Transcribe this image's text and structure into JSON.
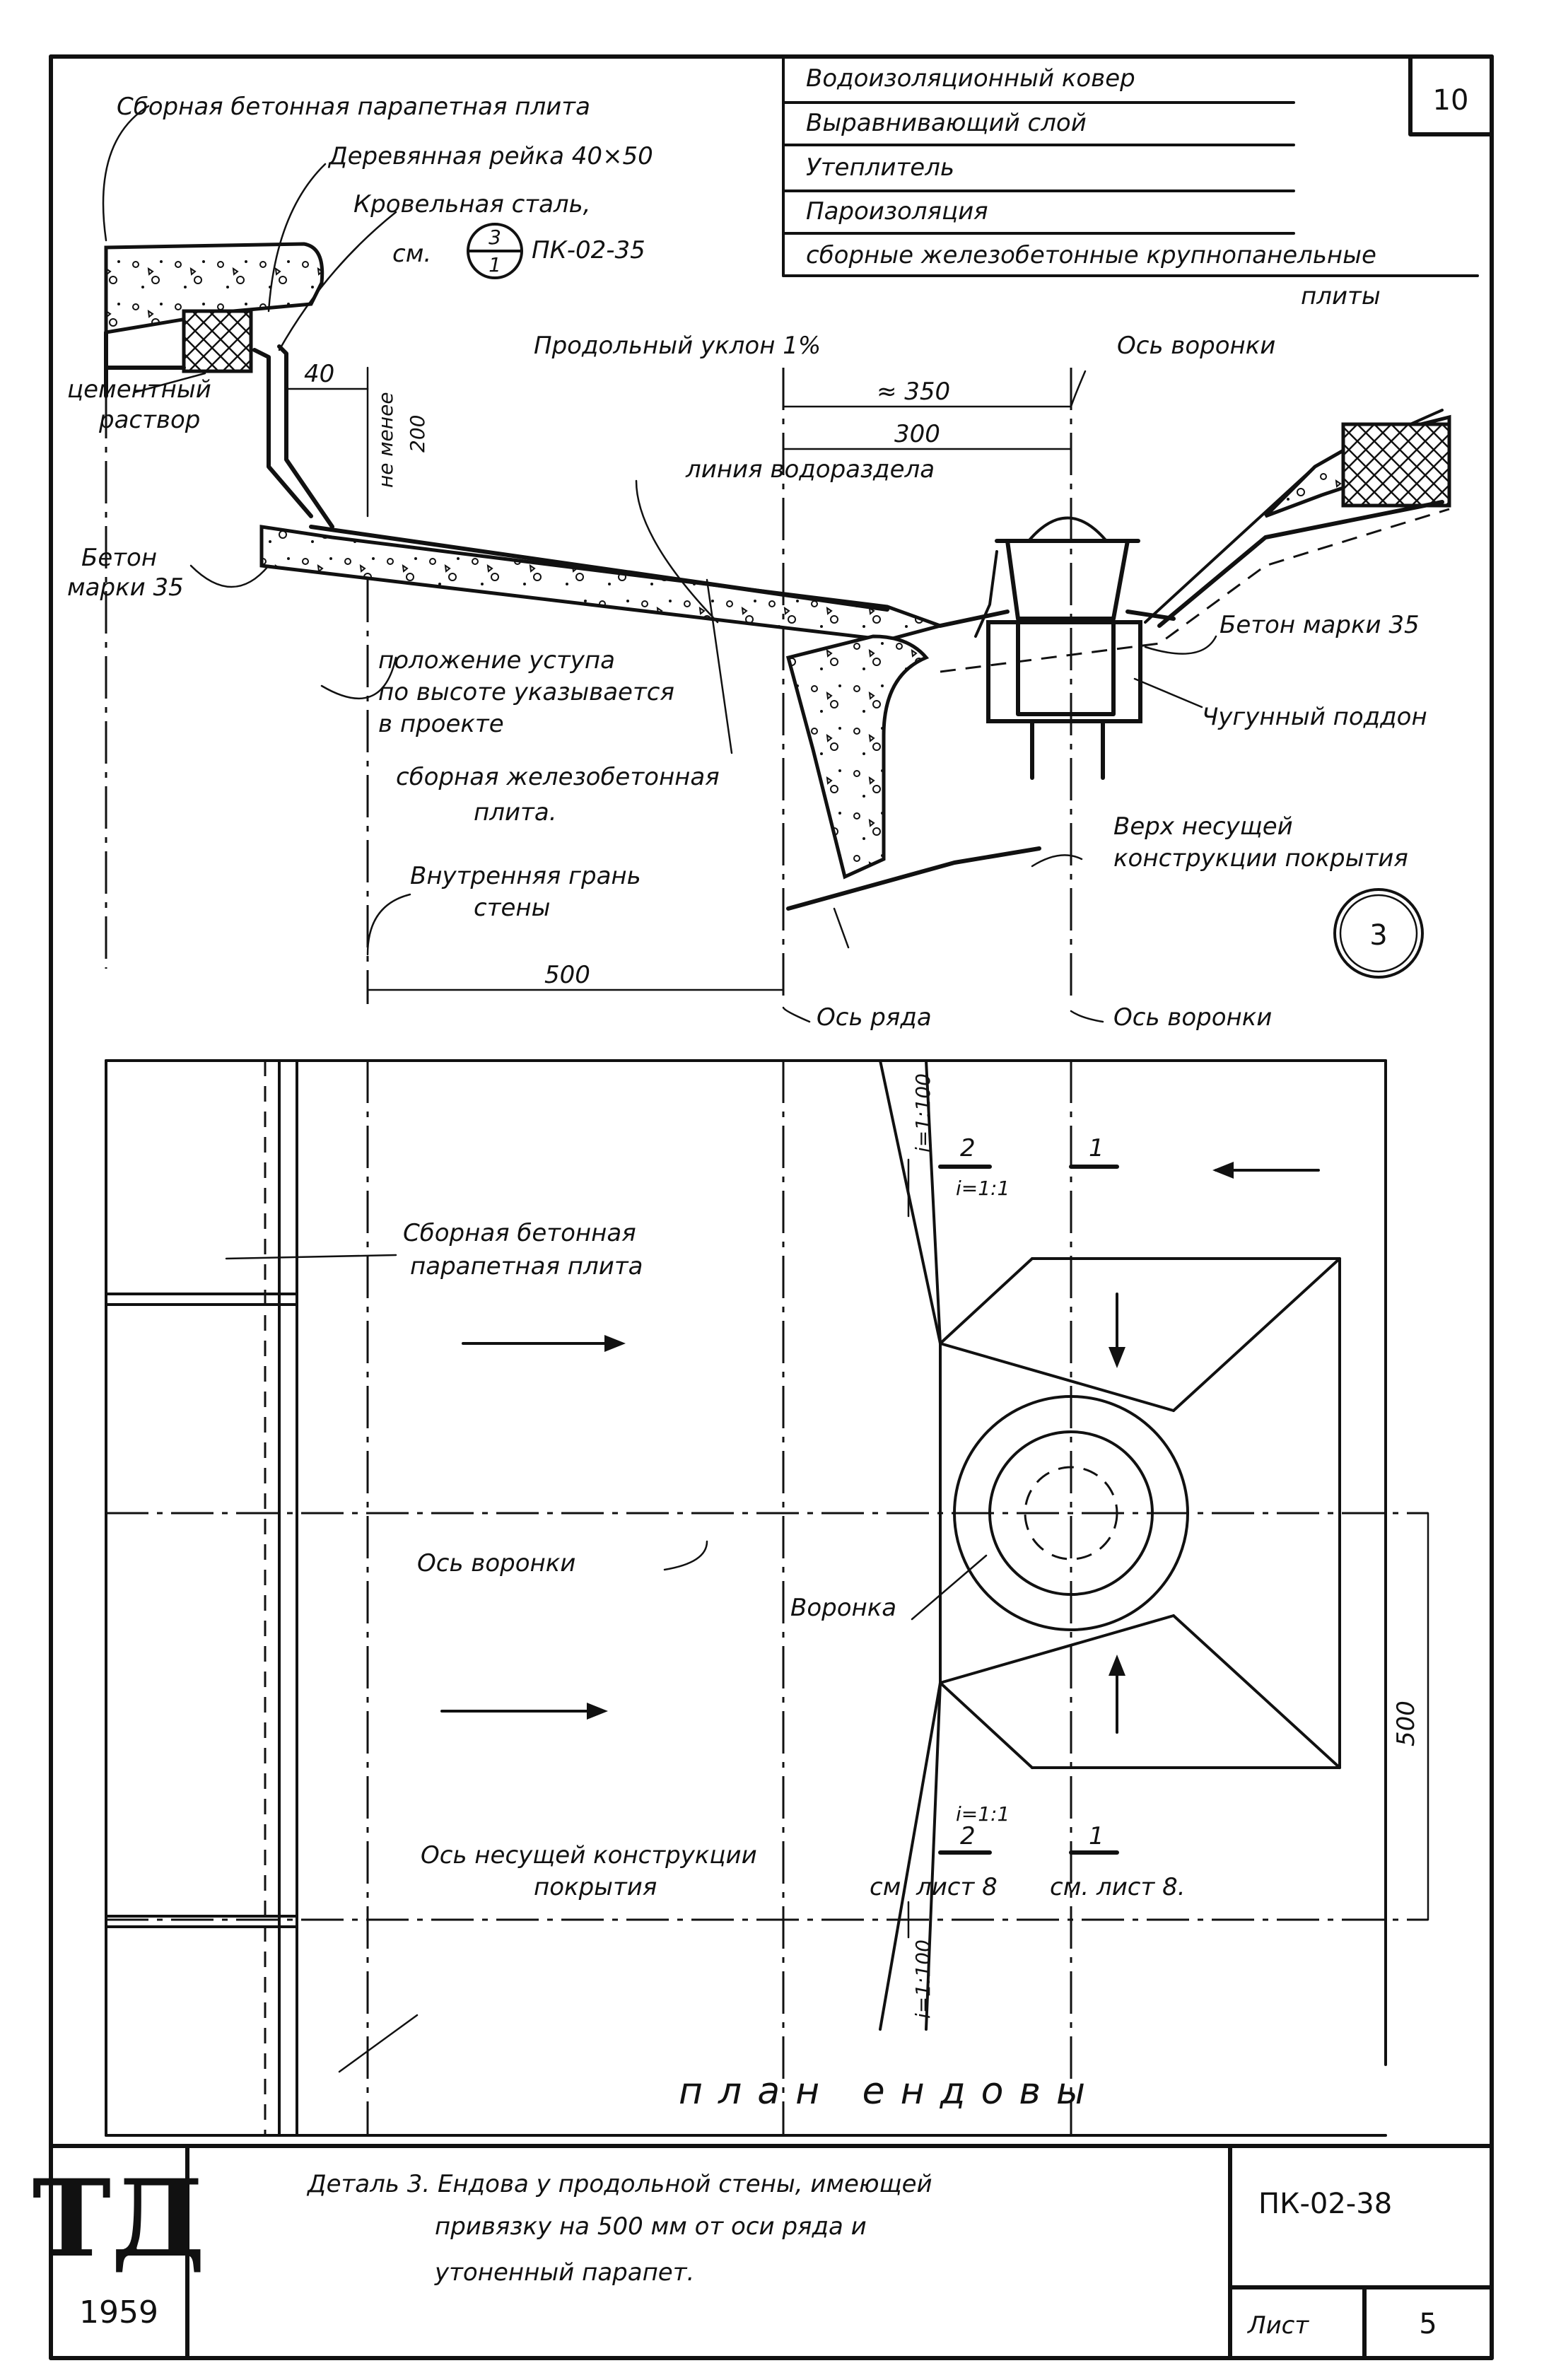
{
  "sheet": {
    "number": "10",
    "detail_number": "3",
    "logo": "ТД",
    "year": "1959",
    "code": "ПК-02-38",
    "list_label": "Лист",
    "list_number": "5",
    "caption_lines": [
      "Деталь 3. Ендова у продольной стены, имеющей",
      "привязку на 500 мм от оси ряда и",
      "утоненный парапет."
    ]
  },
  "layers": [
    "Водоизоляционный ковер",
    "Выравнивающий слой",
    "Утеплитель",
    "Пароизоляция",
    "сборные железобетонные крупнопанельные",
    "плиты"
  ],
  "section_labels": {
    "parapet_slab": "Сборная бетонная парапетная плита",
    "wood_rail": "Деревянная рейка 40×50",
    "roof_steel": "Кровельная сталь,",
    "roof_steel_ref_prefix": "см.",
    "ref_num": "3",
    "ref_den": "1",
    "roof_steel_ref_sheet": "ПК-02-35",
    "cement_mortar_1": "цементный",
    "cement_mortar_2": "раствор",
    "concrete_1": "Бетон",
    "concrete_2": "марки 35",
    "slope": "Продольный уклон 1%",
    "watershed": "линия водораздела",
    "funnel_axis": "Ось воронки",
    "dim_350": "≈ 350",
    "dim_300": "300",
    "dim_40": "40",
    "not_less_1": "не менее",
    "not_less_2": "200",
    "ledge_1": "положение уступа",
    "ledge_2": "по высоте указывается",
    "ledge_3": "в проекте",
    "rc_slab_1": "сборная железобетонная",
    "rc_slab_2": "плита.",
    "wall_face_1": "Внутренняя грань",
    "wall_face_2": "стены",
    "concrete_right": "Бетон марки 35",
    "cast_iron_tray": "Чугунный поддон",
    "structure_top_1": "Верх несущей",
    "structure_top_2": "конструкции покрытия",
    "dim_500": "500",
    "row_axis": "Ось ряда",
    "funnel_axis_2": "Ось воронки"
  },
  "plan_labels": {
    "parapet_slab_1": "Сборная бетонная",
    "parapet_slab_2": "парапетная плита",
    "funnel_axis": "Ось воронки",
    "funnel": "Воронка",
    "bearing_axis_1": "Ось несущей конструкции",
    "bearing_axis_2": "покрытия",
    "slope_top": "i=1:100",
    "slope_bottom": "i=1:100",
    "slope_11_top": "i=1:1",
    "slope_11_bottom": "i=1:1",
    "cut_2": "2",
    "cut_1": "1",
    "see_sheet_8a": "см. лист 8",
    "see_sheet_8b": "см. лист 8.",
    "dim_500": "500",
    "title": "план ендовы"
  }
}
